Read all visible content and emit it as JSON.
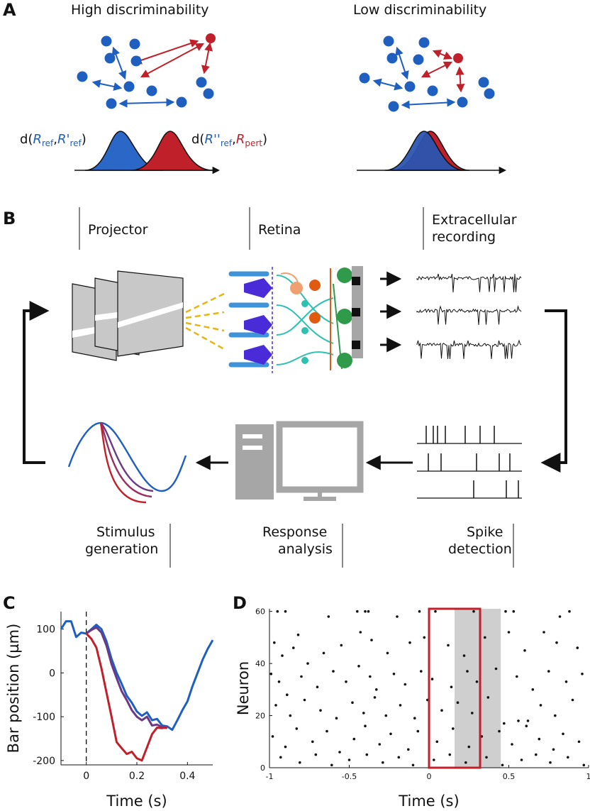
{
  "panel_a": {
    "letter": "A",
    "left_title": "High discriminability",
    "right_title": "Low discriminability",
    "dist_ref": {
      "d": "d(",
      "R1": "R",
      "sub1": "ref",
      "sep": ",",
      "R2": "R'",
      "sub2": "ref",
      "close": ")"
    },
    "dist_pert": {
      "d": "d(",
      "R1": "R''",
      "sub1": "ref",
      "sep": ",",
      "R2": "R",
      "sub2": "pert",
      "close": ")"
    }
  },
  "panel_b": {
    "letter": "B",
    "stages": {
      "projector": "Projector",
      "retina": "Retina",
      "recording_1": "Extracellular",
      "recording_2": "recording",
      "stimulus_1": "Stimulus",
      "stimulus_2": "generation",
      "analysis_1": "Response",
      "analysis_2": "analysis",
      "spike_1": "Spike",
      "spike_2": "detection"
    },
    "icons": [
      "projector-frames-icon",
      "retina-cells-icon",
      "voltage-traces-icon",
      "spike-raster-icon",
      "computer-icon",
      "stimulus-curves-icon"
    ]
  },
  "colors": {
    "blue": "#1f5fbf",
    "red": "#c0202a",
    "purple": "#6b3a86",
    "grey": "#a6a6a6"
  },
  "chart_data": [
    {
      "type": "line",
      "panel": "C",
      "xlabel": "Time (s)",
      "ylabel": "Bar position (µm)",
      "xlim": [
        -0.1,
        0.5
      ],
      "ylim": [
        -210,
        140
      ],
      "xticks": [
        0,
        0.2,
        0.4
      ],
      "yticks": [
        100,
        0,
        -100,
        -200
      ],
      "xtick_labels": [
        "0",
        "0.2",
        "0.4"
      ],
      "ytick_labels": [
        "100",
        "0",
        "-100",
        "-200"
      ],
      "series": [
        {
          "color": "#1f5fbf",
          "x": [
            -0.1,
            -0.08,
            -0.06,
            -0.04,
            -0.02,
            0,
            0.02,
            0.04,
            0.06,
            0.08,
            0.1,
            0.12,
            0.14,
            0.16,
            0.18,
            0.2,
            0.22,
            0.24,
            0.26,
            0.28,
            0.3,
            0.32,
            0.34,
            0.36,
            0.38,
            0.4,
            0.42,
            0.44,
            0.46,
            0.48,
            0.5
          ],
          "y": [
            100,
            118,
            118,
            82,
            92,
            90,
            100,
            110,
            100,
            72,
            32,
            0,
            -25,
            -52,
            -68,
            -88,
            -98,
            -90,
            -108,
            -105,
            -120,
            -122,
            -130,
            -108,
            -85,
            -65,
            -30,
            0,
            30,
            55,
            75
          ]
        },
        {
          "color": "#6b3a86",
          "x": [
            0,
            0.02,
            0.04,
            0.06,
            0.08,
            0.1,
            0.12,
            0.14,
            0.16,
            0.18,
            0.2,
            0.22,
            0.24,
            0.26,
            0.28,
            0.3,
            0.32
          ],
          "y": [
            90,
            98,
            104,
            92,
            62,
            20,
            -12,
            -42,
            -62,
            -85,
            -100,
            -108,
            -100,
            -120,
            -118,
            -124,
            -126
          ]
        },
        {
          "color": "#c0202a",
          "x": [
            0,
            0.02,
            0.04,
            0.06,
            0.08,
            0.1,
            0.12,
            0.14,
            0.16,
            0.18,
            0.2,
            0.22,
            0.24,
            0.26,
            0.28,
            0.3,
            0.32
          ],
          "y": [
            90,
            78,
            58,
            10,
            -45,
            -100,
            -158,
            -172,
            -185,
            -180,
            -195,
            -200,
            -170,
            -140,
            -125,
            -126,
            -124
          ]
        }
      ],
      "vline_x": 0
    },
    {
      "type": "scatter",
      "panel": "D",
      "xlabel": "Time (s)",
      "ylabel": "Neuron",
      "xlim": [
        -1,
        1
      ],
      "ylim": [
        0,
        61
      ],
      "xticks": [
        -1,
        -0.5,
        0,
        0.5,
        1
      ],
      "yticks": [
        0,
        20,
        40,
        60
      ],
      "xtick_labels": [
        "-1",
        "-0.5",
        "0",
        "0.5",
        "1"
      ],
      "ytick_labels": [
        "0",
        "20",
        "40",
        "60"
      ],
      "shaded_interval": [
        0.16,
        0.45
      ],
      "box_interval": [
        0,
        0.32
      ],
      "box_color": "#c0202a",
      "points": [
        [
          -0.95,
          60
        ],
        [
          -0.9,
          60
        ],
        [
          -0.82,
          51
        ],
        [
          -0.63,
          58
        ],
        [
          -0.45,
          60
        ],
        [
          -0.4,
          60
        ],
        [
          -0.38,
          60
        ],
        [
          -0.2,
          58
        ],
        [
          -0.06,
          60
        ],
        [
          0.04,
          60
        ],
        [
          0.28,
          60
        ],
        [
          0.48,
          60
        ],
        [
          0.53,
          60
        ],
        [
          0.82,
          58
        ],
        [
          0.88,
          60
        ],
        [
          -0.97,
          48
        ],
        [
          -0.92,
          43
        ],
        [
          -0.85,
          46
        ],
        [
          -0.76,
          40
        ],
        [
          -0.66,
          44
        ],
        [
          -0.55,
          47
        ],
        [
          -0.43,
          52
        ],
        [
          -0.36,
          49
        ],
        [
          -0.26,
          44
        ],
        [
          -0.12,
          48
        ],
        [
          -0.03,
          50
        ],
        [
          0.12,
          47
        ],
        [
          0.22,
          43
        ],
        [
          0.35,
          50
        ],
        [
          0.5,
          52
        ],
        [
          0.6,
          45
        ],
        [
          0.72,
          52
        ],
        [
          0.8,
          48
        ],
        [
          0.93,
          46
        ],
        [
          -0.99,
          36
        ],
        [
          -0.94,
          33
        ],
        [
          -0.89,
          28
        ],
        [
          -0.8,
          35
        ],
        [
          -0.7,
          31
        ],
        [
          -0.6,
          37
        ],
        [
          -0.52,
          33
        ],
        [
          -0.44,
          39
        ],
        [
          -0.37,
          35
        ],
        [
          -0.33,
          30
        ],
        [
          -0.22,
          36
        ],
        [
          -0.15,
          32
        ],
        [
          -0.05,
          37
        ],
        [
          0.02,
          34
        ],
        [
          0.14,
          31
        ],
        [
          0.24,
          37
        ],
        [
          0.3,
          33
        ],
        [
          0.42,
          38
        ],
        [
          0.55,
          35
        ],
        [
          0.65,
          30
        ],
        [
          0.75,
          37
        ],
        [
          0.86,
          33
        ],
        [
          0.96,
          36
        ],
        [
          -0.96,
          24
        ],
        [
          -0.87,
          20
        ],
        [
          -0.78,
          26
        ],
        [
          -0.68,
          22
        ],
        [
          -0.58,
          19
        ],
        [
          -0.48,
          25
        ],
        [
          -0.41,
          21
        ],
        [
          -0.34,
          27
        ],
        [
          -0.27,
          20
        ],
        [
          -0.18,
          24
        ],
        [
          -0.09,
          19
        ],
        [
          -0.01,
          26
        ],
        [
          0.08,
          22
        ],
        [
          0.18,
          25
        ],
        [
          0.27,
          21
        ],
        [
          0.37,
          27
        ],
        [
          0.47,
          17
        ],
        [
          0.56,
          18
        ],
        [
          0.62,
          18
        ],
        [
          0.7,
          24
        ],
        [
          0.79,
          20
        ],
        [
          0.9,
          26
        ],
        [
          -0.98,
          12
        ],
        [
          -0.9,
          8
        ],
        [
          -0.83,
          15
        ],
        [
          -0.73,
          10
        ],
        [
          -0.64,
          14
        ],
        [
          -0.56,
          6
        ],
        [
          -0.47,
          11
        ],
        [
          -0.4,
          16
        ],
        [
          -0.31,
          9
        ],
        [
          -0.24,
          13
        ],
        [
          -0.13,
          7
        ],
        [
          -0.07,
          14
        ],
        [
          0.05,
          10
        ],
        [
          0.15,
          15
        ],
        [
          0.25,
          8
        ],
        [
          0.33,
          12
        ],
        [
          0.44,
          14
        ],
        [
          0.52,
          9
        ],
        [
          0.61,
          16
        ],
        [
          0.69,
          11
        ],
        [
          0.78,
          7
        ],
        [
          0.84,
          13
        ],
        [
          0.94,
          10
        ],
        [
          -0.93,
          4
        ],
        [
          -0.81,
          2
        ],
        [
          -0.71,
          5
        ],
        [
          -0.61,
          1
        ],
        [
          -0.5,
          3
        ],
        [
          -0.39,
          5
        ],
        [
          -0.29,
          2
        ],
        [
          -0.19,
          4
        ],
        [
          -0.1,
          1
        ],
        [
          0.03,
          3
        ],
        [
          0.13,
          5
        ],
        [
          0.23,
          2
        ],
        [
          0.36,
          4
        ],
        [
          0.46,
          1
        ],
        [
          0.58,
          3
        ],
        [
          0.67,
          5
        ],
        [
          0.76,
          2
        ],
        [
          0.87,
          4
        ],
        [
          0.97,
          1
        ]
      ]
    }
  ]
}
